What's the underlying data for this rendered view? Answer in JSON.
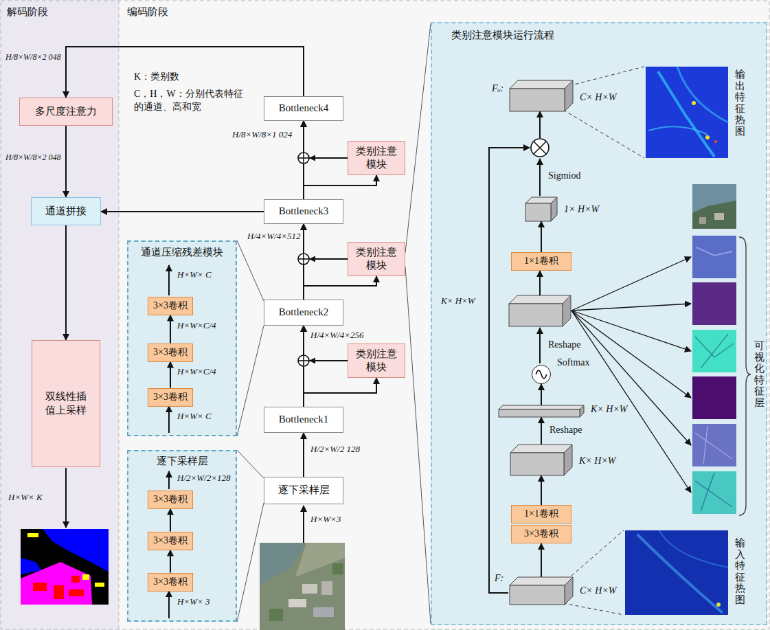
{
  "diagram": {
    "nodes": [
      {
        "text": [
          "解码阶段"
        ]
      },
      {
        "text": [
          "多尺度注意力"
        ],
        "in": 0
      },
      {
        "text": [
          "通道拼接"
        ],
        "in": 0
      },
      {
        "text": [
          "双线性插值上采样"
        ],
        "in": 0
      },
      {
        "text": [
          "编码阶段"
        ]
      },
      {
        "text": [
          "Bottleneck4"
        ],
        "in": 4
      },
      {
        "text": [
          "类别注意模块"
        ],
        "in": 4
      },
      {
        "text": [
          "Bottleneck3"
        ],
        "in": 4
      },
      {
        "text": [
          "类别注意模块"
        ],
        "in": 4
      },
      {
        "text": [
          "Bottleneck2"
        ],
        "in": 4
      },
      {
        "text": [
          "类别注意模块"
        ],
        "in": 4
      },
      {
        "text": [
          "Bottleneck1"
        ],
        "in": 4
      },
      {
        "text": [
          "逐下采样层"
        ],
        "in": 4
      },
      {
        "text": [
          "通道压缩残差模块"
        ],
        "in": 4
      },
      {
        "text": [
          "3×3卷积"
        ],
        "in": 13
      },
      {
        "text": [
          "3×3卷积"
        ],
        "in": 13
      },
      {
        "text": [
          "3×3卷积"
        ],
        "in": 13
      },
      {
        "text": [
          "逐下采样层"
        ],
        "in": 4
      },
      {
        "text": [
          "3×3卷积"
        ],
        "in": 17
      },
      {
        "text": [
          "3×3卷积"
        ],
        "in": 17
      },
      {
        "text": [
          "3×3卷积"
        ],
        "in": 17
      },
      {
        "text": [
          "类别注意模块运行流程"
        ]
      },
      {
        "text": [
          "Fₒ:",
          "C× H×W"
        ],
        "in": 21
      },
      {
        "text": [
          "1× H×W"
        ],
        "in": 21
      },
      {
        "text": [
          "1×1卷积"
        ],
        "in": 21
      },
      {
        "text": [
          "Softmax"
        ],
        "in": 21
      },
      {
        "text": [
          "K× H×W"
        ],
        "in": 21
      },
      {
        "text": [
          "K× H×W"
        ],
        "in": 21
      },
      {
        "text": [
          "1×1卷积"
        ],
        "in": 21
      },
      {
        "text": [
          "3×3卷积"
        ],
        "in": 21
      },
      {
        "text": [
          "F:",
          "C× H×W"
        ],
        "in": 21
      }
    ],
    "edges": [
      {
        "from": 5,
        "to": 1,
        "arrow": "to"
      },
      {
        "from": 1,
        "to": 2,
        "arrow": "to"
      },
      {
        "from": 7,
        "to": 2,
        "arrow": "to"
      },
      {
        "from": 2,
        "to": 3,
        "arrow": "to"
      },
      {
        "from": 12,
        "to": 11,
        "arrow": "to"
      },
      {
        "from": 11,
        "to": 9,
        "arrow": "to"
      },
      {
        "from": 11,
        "to": 10,
        "arrow": "to"
      },
      {
        "from": 10,
        "to": 9,
        "arrow": "to"
      },
      {
        "from": 9,
        "to": 7,
        "arrow": "to"
      },
      {
        "from": 9,
        "to": 8,
        "arrow": "to"
      },
      {
        "from": 8,
        "to": 7,
        "arrow": "to"
      },
      {
        "from": 7,
        "to": 5,
        "arrow": "to"
      },
      {
        "from": 7,
        "to": 6,
        "arrow": "to"
      },
      {
        "from": 6,
        "to": 5,
        "arrow": "to"
      },
      {
        "from": 30,
        "to": 29,
        "arrow": "to"
      },
      {
        "from": 28,
        "to": 27,
        "arrow": "to"
      },
      {
        "from": 27,
        "to": 26,
        "label": "Reshape",
        "arrow": "to"
      },
      {
        "from": 26,
        "to": 25,
        "arrow": "to"
      },
      {
        "from": 24,
        "to": 23,
        "arrow": "to"
      },
      {
        "from": 16,
        "to": 15,
        "arrow": "to"
      },
      {
        "from": 15,
        "to": 14,
        "arrow": "to"
      },
      {
        "from": 20,
        "to": 19,
        "arrow": "to"
      },
      {
        "from": 19,
        "to": 18,
        "arrow": "to"
      }
    ],
    "labels": [
      "H/8×W/8×2 048",
      "H/8×W/8×2 048",
      "H×W× K",
      "K：类别数",
      "C，H，W：分别代表特征的通道、高和宽",
      "H/8×W/8×1 024",
      "H/4×W/4×512",
      "H/4×W/4×256",
      "H/2×W/2 128",
      "H×W×3",
      "H×W× C",
      "H×W×C/4",
      "H×W×C/4",
      "H×W× C",
      "H/2×W/2×128",
      "H×W× 3",
      "K× H×W",
      "Sigmiod",
      "Reshape",
      "输出特征热图",
      "可视化特征层",
      "输入特征热图"
    ]
  }
}
